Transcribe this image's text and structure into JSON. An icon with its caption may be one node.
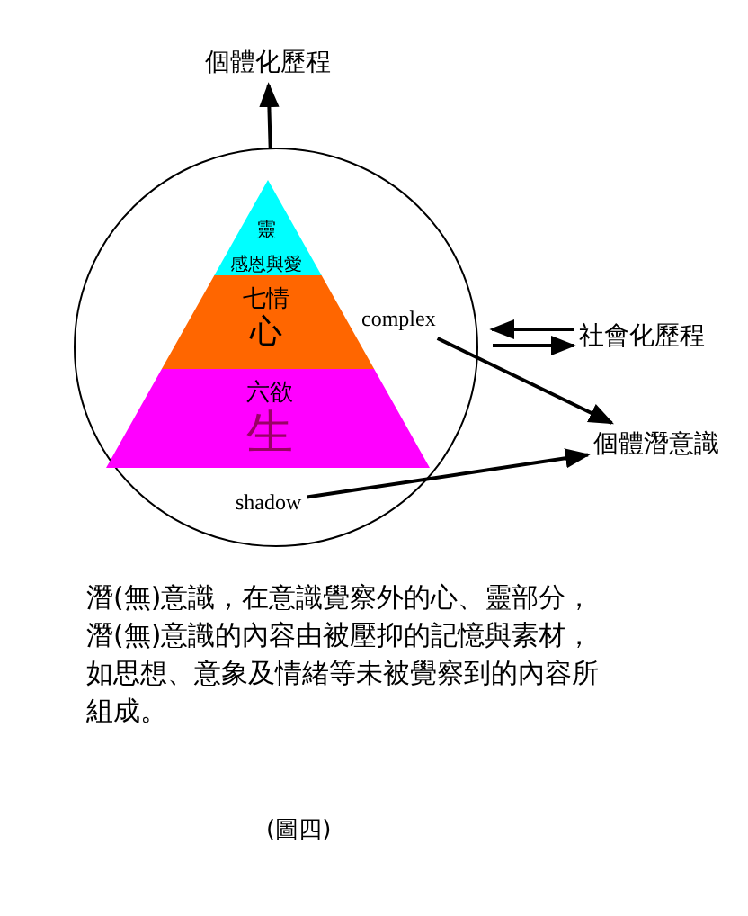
{
  "diagram": {
    "caption": "(圖四)",
    "nodes": [
      {
        "text": [],
        "shape": "circle"
      },
      {
        "text": [
          "靈",
          "感恩與愛"
        ],
        "in": 0
      },
      {
        "text": [
          "七情",
          "心"
        ],
        "in": 0
      },
      {
        "text": [
          "六欲",
          "生"
        ],
        "in": 0
      },
      {
        "text": [
          "complex"
        ],
        "in": 0
      },
      {
        "text": [
          "shadow"
        ],
        "in": 0
      },
      {
        "text": [
          "個體化歷程"
        ]
      },
      {
        "text": [
          "社會化歷程"
        ]
      },
      {
        "text": [
          "個體潛意識"
        ]
      }
    ],
    "edges": [
      {
        "from": 0,
        "to": 6,
        "arrow": "to"
      },
      {
        "from": 7,
        "to": 0,
        "arrow": "to"
      },
      {
        "from": 0,
        "to": 7,
        "arrow": "to"
      },
      {
        "from": 4,
        "to": 8,
        "arrow": "to"
      },
      {
        "from": 5,
        "to": 8,
        "arrow": "to"
      }
    ],
    "labels": [
      "潛(無)意識，在意識覺察外的心、靈部分，潛(無)意識的內容由被壓抑的記憶與素材，如思想、意象及情緒等未被覺察到的內容所組成。"
    ]
  }
}
